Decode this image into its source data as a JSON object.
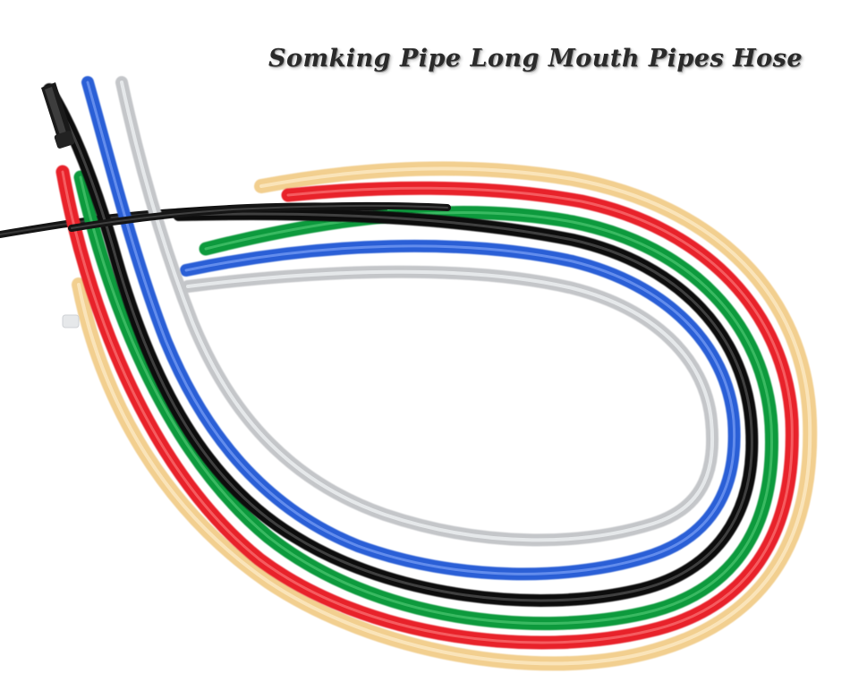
{
  "headline": "Somking Pipe Long Mouth Pipes Hose",
  "hoses": [
    {
      "color_name": "amber",
      "color": "#f2cf8f"
    },
    {
      "color_name": "red",
      "color": "#e8212b"
    },
    {
      "color_name": "green",
      "color": "#0f9a3c"
    },
    {
      "color_name": "black",
      "color": "#111111"
    },
    {
      "color_name": "blue",
      "color": "#2b5fd6"
    },
    {
      "color_name": "grey",
      "color": "#c4c6c9"
    }
  ]
}
